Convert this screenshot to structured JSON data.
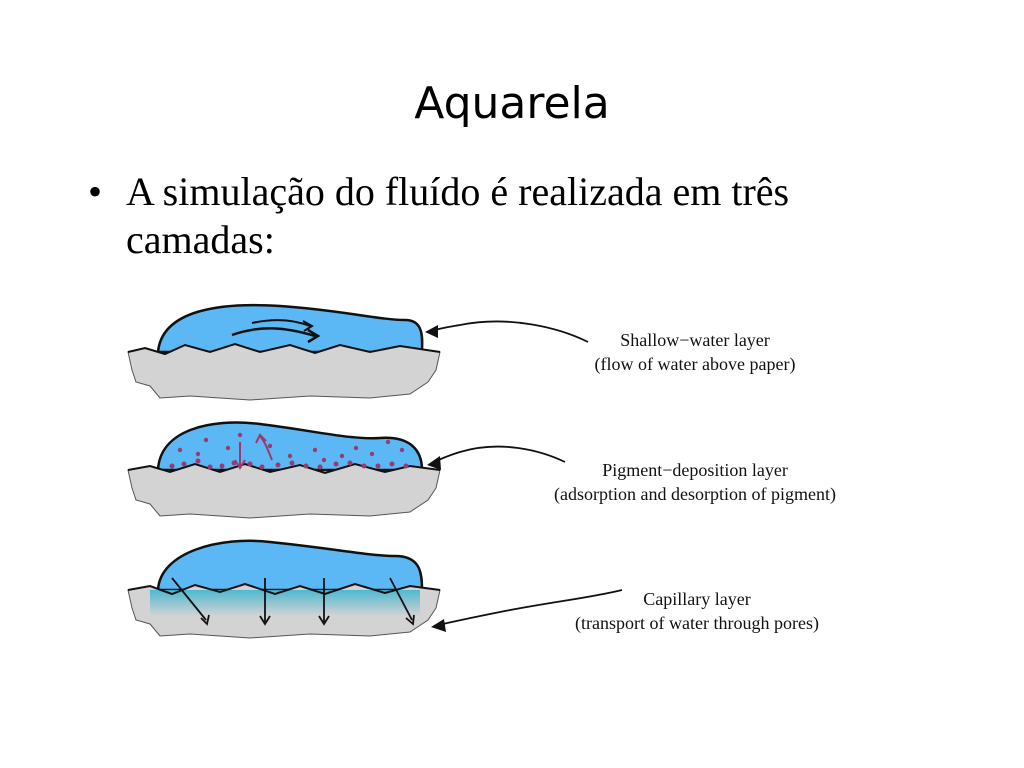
{
  "slide": {
    "title": "Aquarela",
    "bullet_symbol": "•",
    "bullet_text": "A simulação do fluído é realizada em três camadas:"
  },
  "diagram": {
    "colors": {
      "water": "#5bb8f5",
      "paper": "#d3d3d3",
      "pigment": "#9b3a6b",
      "capillary": "#3fb5cf"
    },
    "layers": [
      {
        "title": "Shallow−water layer",
        "subtitle": "(flow of water above paper)"
      },
      {
        "title": "Pigment−deposition layer",
        "subtitle": "(adsorption and desorption of pigment)"
      },
      {
        "title": "Capillary layer",
        "subtitle": "(transport of water through pores)"
      }
    ]
  }
}
